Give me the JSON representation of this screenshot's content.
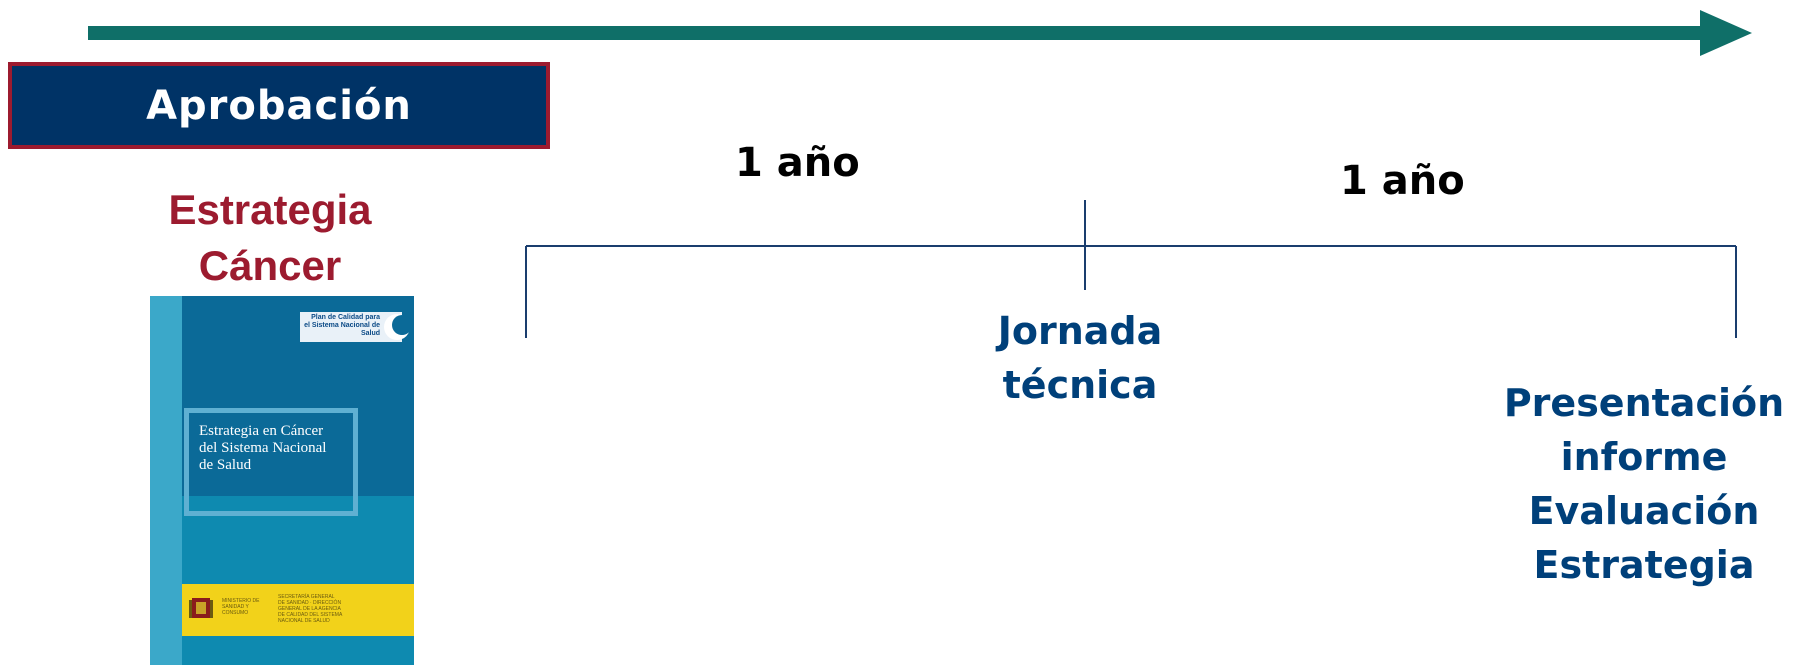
{
  "colors": {
    "arrow": "#0f6f68",
    "approval_box_fill": "#003366",
    "approval_box_border": "#9c1b2f",
    "strategy_title": "#9c1b2f",
    "milestone_text": "#00407a",
    "timeline_line": "#1a3d6e",
    "book_blue": "#0e8ab0",
    "book_yellow": "#f2d21a"
  },
  "approval": {
    "label": "Aprobación"
  },
  "strategy": {
    "title_line1": "Estrategia",
    "title_line2": "Cáncer"
  },
  "book": {
    "logo_text": "Plan de Calidad para el Sistema Nacional de Salud",
    "cover_title": "Estrategia en Cáncer del Sistema Nacional de Salud",
    "ministry_text": "MINISTERIO DE SANIDAD Y CONSUMO",
    "agency_text": "SECRETARÍA GENERAL DE SANIDAD · DIRECCIÓN GENERAL DE LA AGENCIA DE CALIDAD DEL SISTEMA NACIONAL DE SALUD"
  },
  "timeline": {
    "period1": "1 año",
    "period2": "1 año",
    "milestone_mid_line1": "Jornada",
    "milestone_mid_line2": "técnica",
    "milestone_end_lines": [
      "Presentación",
      "informe",
      "Evaluación",
      "Estrategia"
    ]
  }
}
